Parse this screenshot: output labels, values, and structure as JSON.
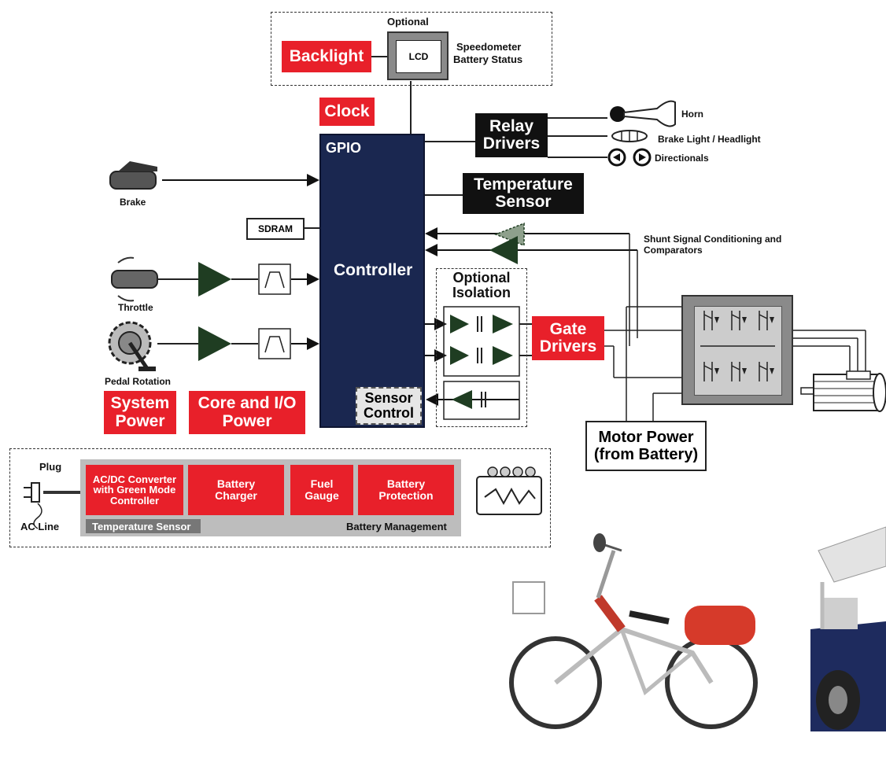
{
  "optional_display": {
    "heading": "Optional",
    "backlight": "Backlight",
    "lcd": "LCD",
    "lcd_caption_line1": "Speedometer",
    "lcd_caption_line2": "Battery Status"
  },
  "clock": "Clock",
  "controller": {
    "gpio": "GPIO",
    "name": "Controller"
  },
  "relay_drivers": {
    "line1": "Relay",
    "line2": "Drivers"
  },
  "outputs": {
    "horn": "Horn",
    "brake_light": "Brake Light / Headlight",
    "directionals": "Directionals"
  },
  "temperature_sensor": {
    "line1": "Temperature",
    "line2": "Sensor"
  },
  "sdram": "SDRAM",
  "shunt": {
    "line1": "Shunt Signal Conditioning and",
    "line2": "Comparators"
  },
  "inputs": {
    "brake": "Brake",
    "throttle": "Throttle",
    "pedal": "Pedal Rotation"
  },
  "optional_isolation": {
    "line1": "Optional",
    "line2": "Isolation"
  },
  "gate_drivers": {
    "line1": "Gate",
    "line2": "Drivers"
  },
  "sensor_control": {
    "line1": "Sensor",
    "line2": "Control"
  },
  "system_power": {
    "line1": "System",
    "line2": "Power"
  },
  "core_power": {
    "line1": "Core and I/O",
    "line2": "Power"
  },
  "motor_power": {
    "line1": "Motor Power",
    "line2": "(from Battery)"
  },
  "battery_mgmt": {
    "plug": "Plug",
    "ac_line": "AC Line",
    "acdc_line1": "AC/DC Converter",
    "acdc_line2": "with Green Mode",
    "acdc_line3": "Controller",
    "charger_line1": "Battery",
    "charger_line2": "Charger",
    "fuel_line1": "Fuel",
    "fuel_line2": "Gauge",
    "protection_line1": "Battery",
    "protection_line2": "Protection",
    "temp_sensor": "Temperature Sensor",
    "title": "Battery Management"
  },
  "colors": {
    "red": "#e8202a",
    "controller": "#1a2750",
    "amp": "#1f3d22",
    "black": "#111111"
  }
}
